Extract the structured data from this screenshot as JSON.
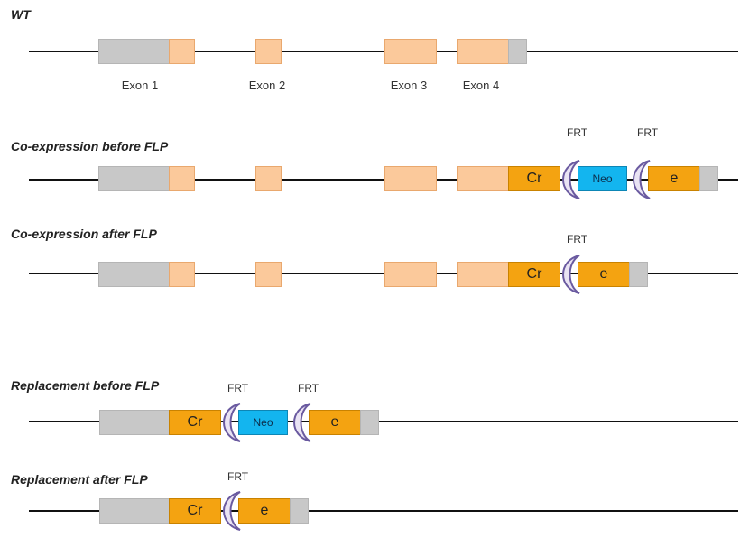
{
  "titles": {
    "wt": "WT",
    "co_before": "Co-expression before FLP",
    "co_after": "Co-expression after FLP",
    "rep_before": "Replacement before FLP",
    "rep_after": "Replacement after FLP"
  },
  "exons": [
    "Exon 1",
    "Exon 2",
    "Exon 3",
    "Exon 4"
  ],
  "frt_label": "FRT",
  "cassette": {
    "cr": "Cr",
    "neo": "Neo",
    "e": "e"
  },
  "colors": {
    "utr": "#c8c8c8",
    "exon": "#fbc99b",
    "cre": "#f4a311",
    "neo": "#13b5ef",
    "frt": "#e9e3f3"
  }
}
